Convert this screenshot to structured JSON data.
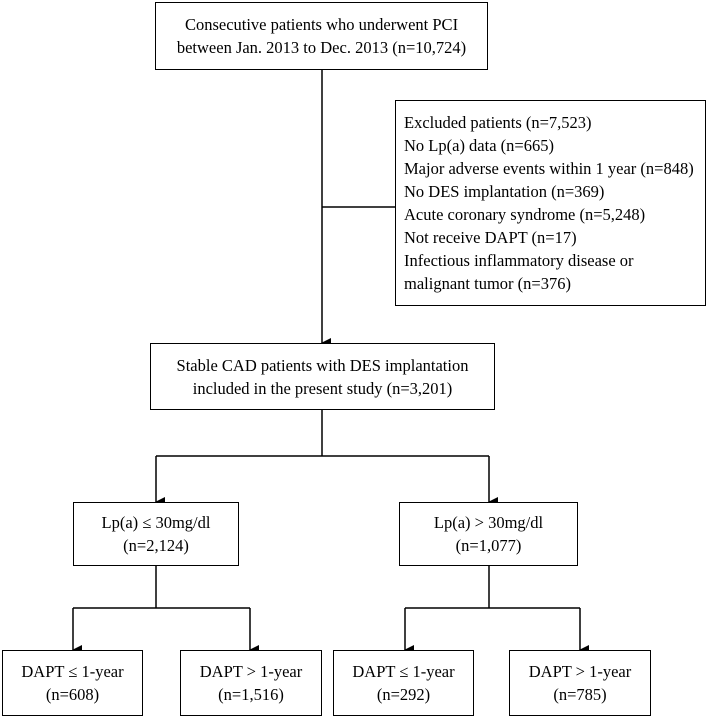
{
  "flow": {
    "top": {
      "line1": "Consecutive patients who underwent PCI",
      "line2": "between Jan. 2013 to Dec. 2013 (n=10,724)"
    },
    "excluded": {
      "lines": [
        "Excluded patients (n=7,523)",
        "No Lp(a) data (n=665)",
        "Major adverse events within 1 year (n=848)",
        "No DES implantation (n=369)",
        "Acute coronary syndrome (n=5,248)",
        "Not receive DAPT (n=17)",
        "Infectious inflammatory disease or",
        "malignant tumor (n=376)"
      ]
    },
    "included": {
      "line1": "Stable CAD patients with DES implantation",
      "line2": "included in the present study (n=3,201)"
    },
    "lpa_low": {
      "line1": "Lp(a) ≤ 30mg/dl",
      "line2": "(n=2,124)"
    },
    "lpa_high": {
      "line1": "Lp(a) > 30mg/dl",
      "line2": "(n=1,077)"
    },
    "low_short": {
      "line1": "DAPT ≤ 1-year",
      "line2": "(n=608)"
    },
    "low_long": {
      "line1": "DAPT > 1-year",
      "line2": "(n=1,516)"
    },
    "high_short": {
      "line1": "DAPT ≤ 1-year",
      "line2": "(n=292)"
    },
    "high_long": {
      "line1": "DAPT > 1-year",
      "line2": "(n=785)"
    }
  }
}
